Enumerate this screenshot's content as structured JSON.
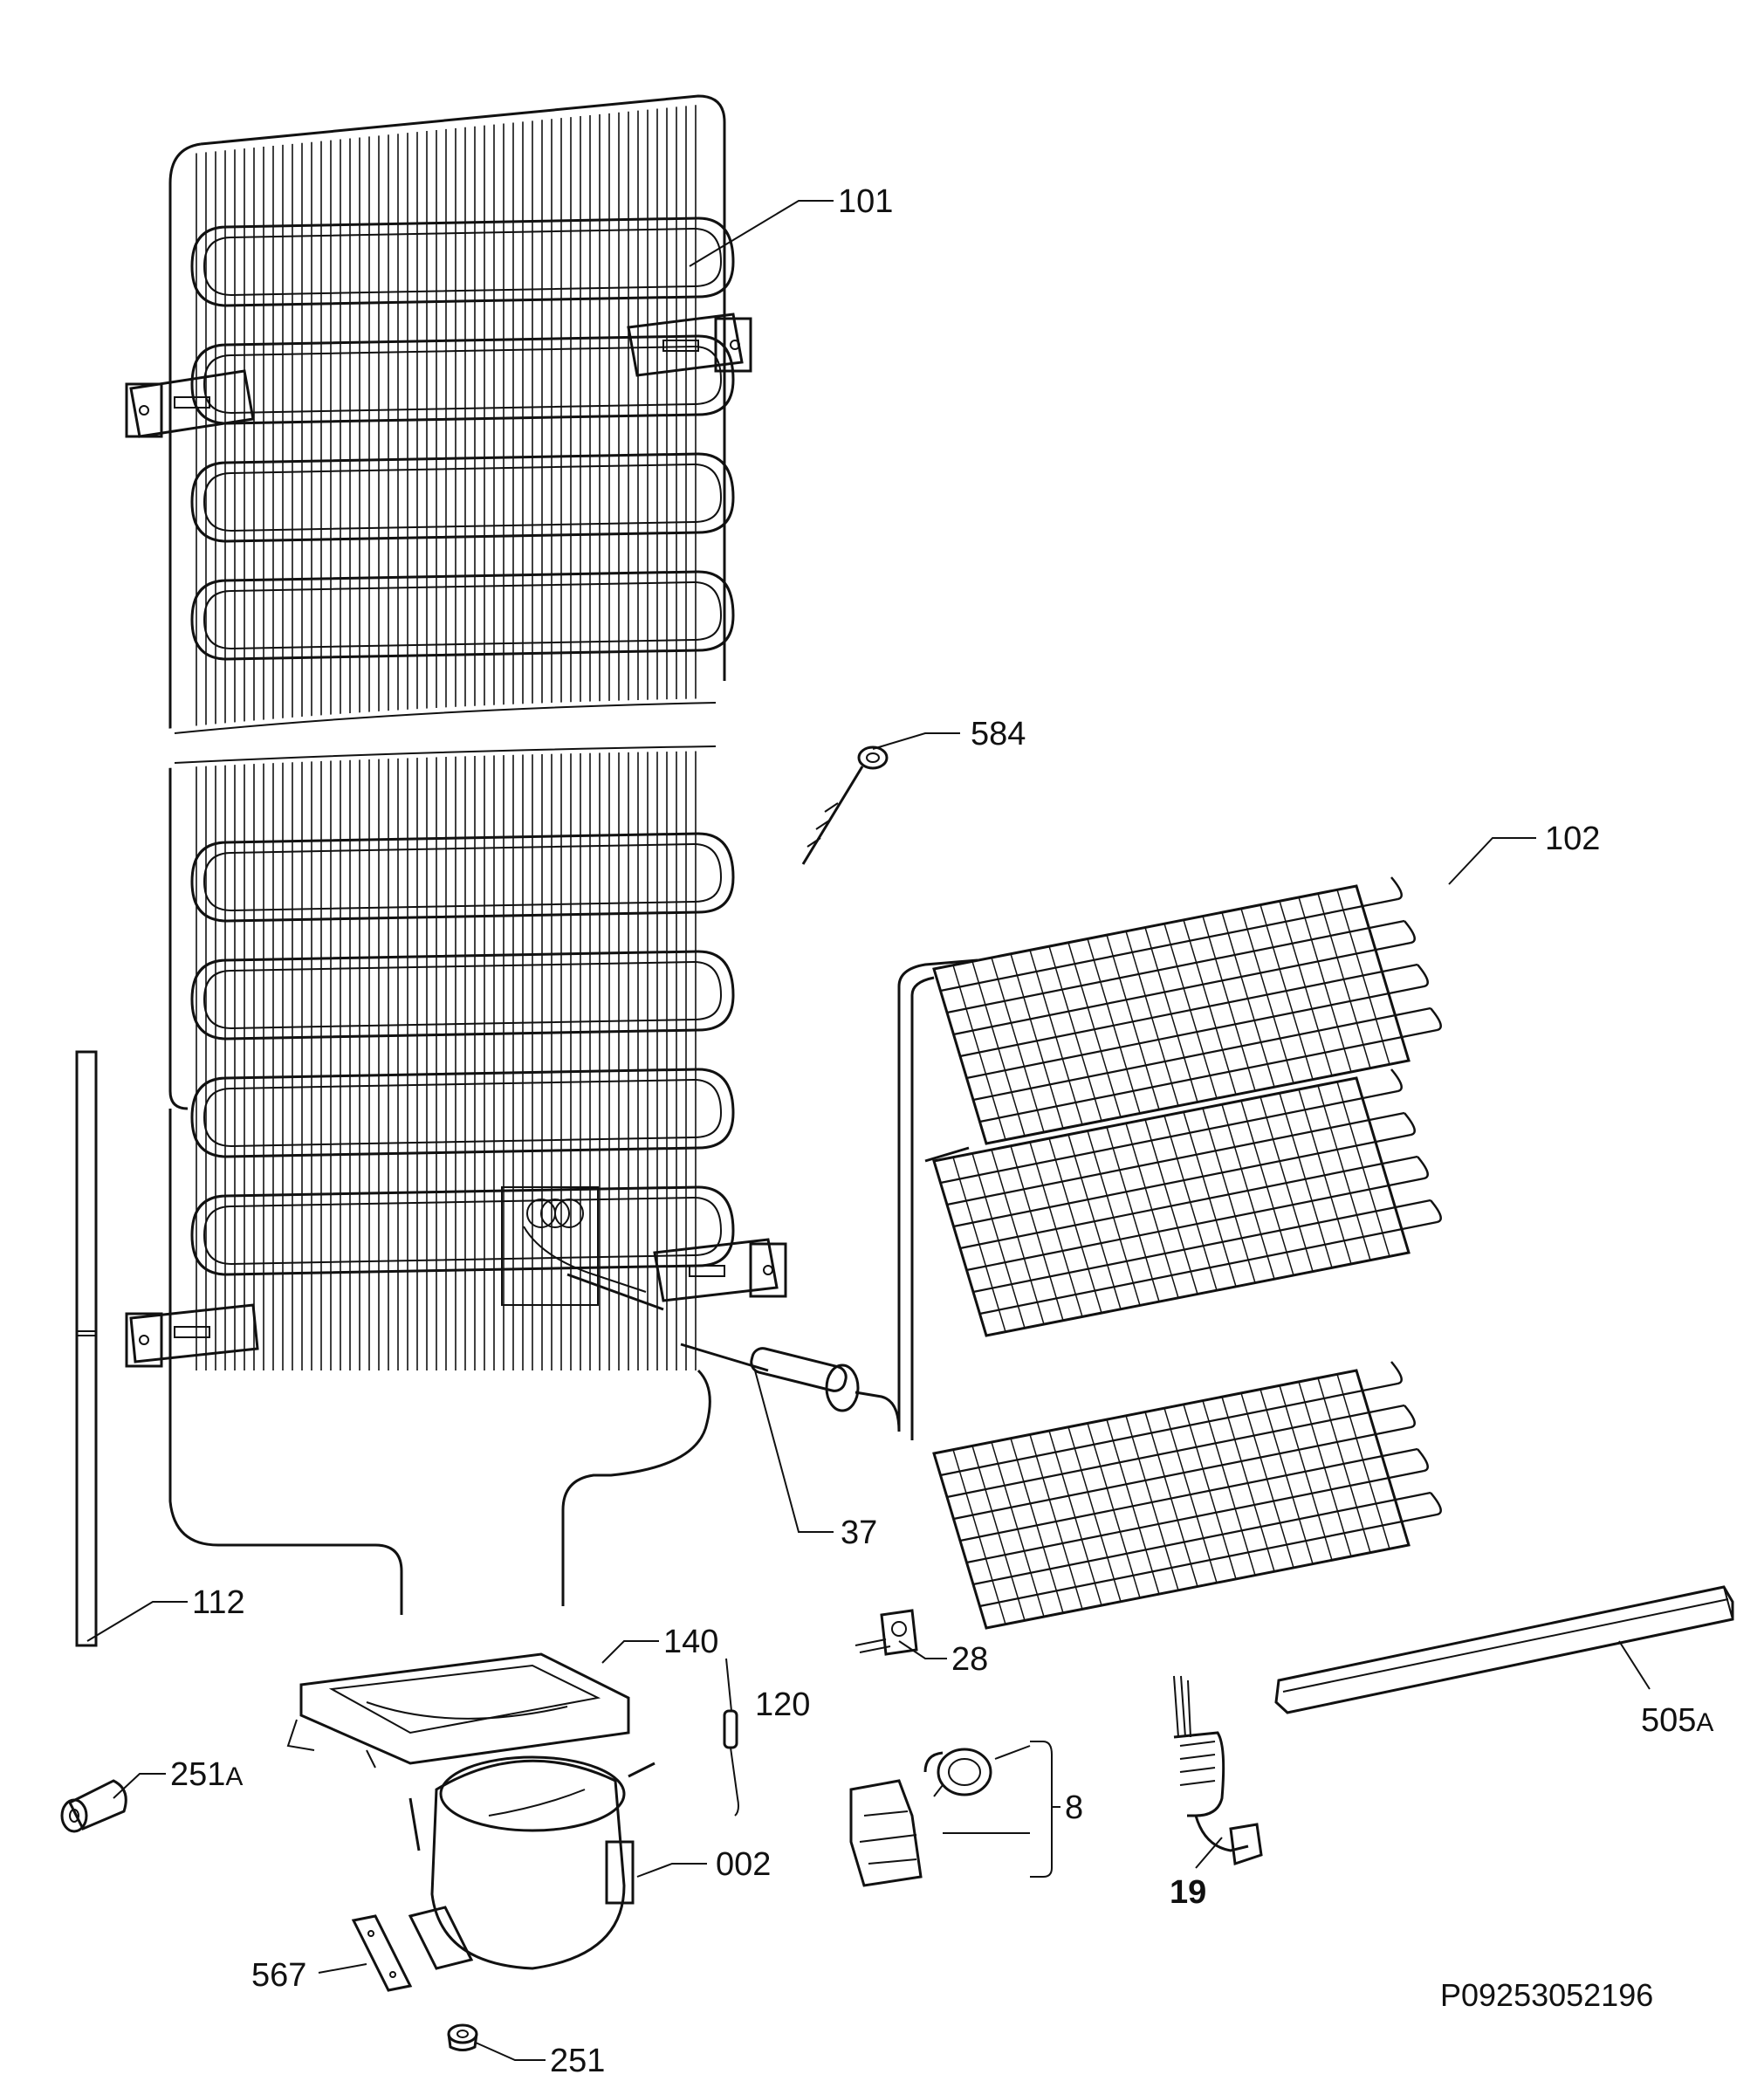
{
  "labels": {
    "l101": "101",
    "l584": "584",
    "l102": "102",
    "l37": "37",
    "l112": "112",
    "l140": "140",
    "l28": "28",
    "l120": "120",
    "l505": "505",
    "l505_suffix": "A",
    "l251a": "251",
    "l251a_suffix": "A",
    "l8": "8",
    "l002": "002",
    "l19": "19",
    "l567": "567",
    "l251": "251"
  },
  "reference_code": "P09253052196"
}
